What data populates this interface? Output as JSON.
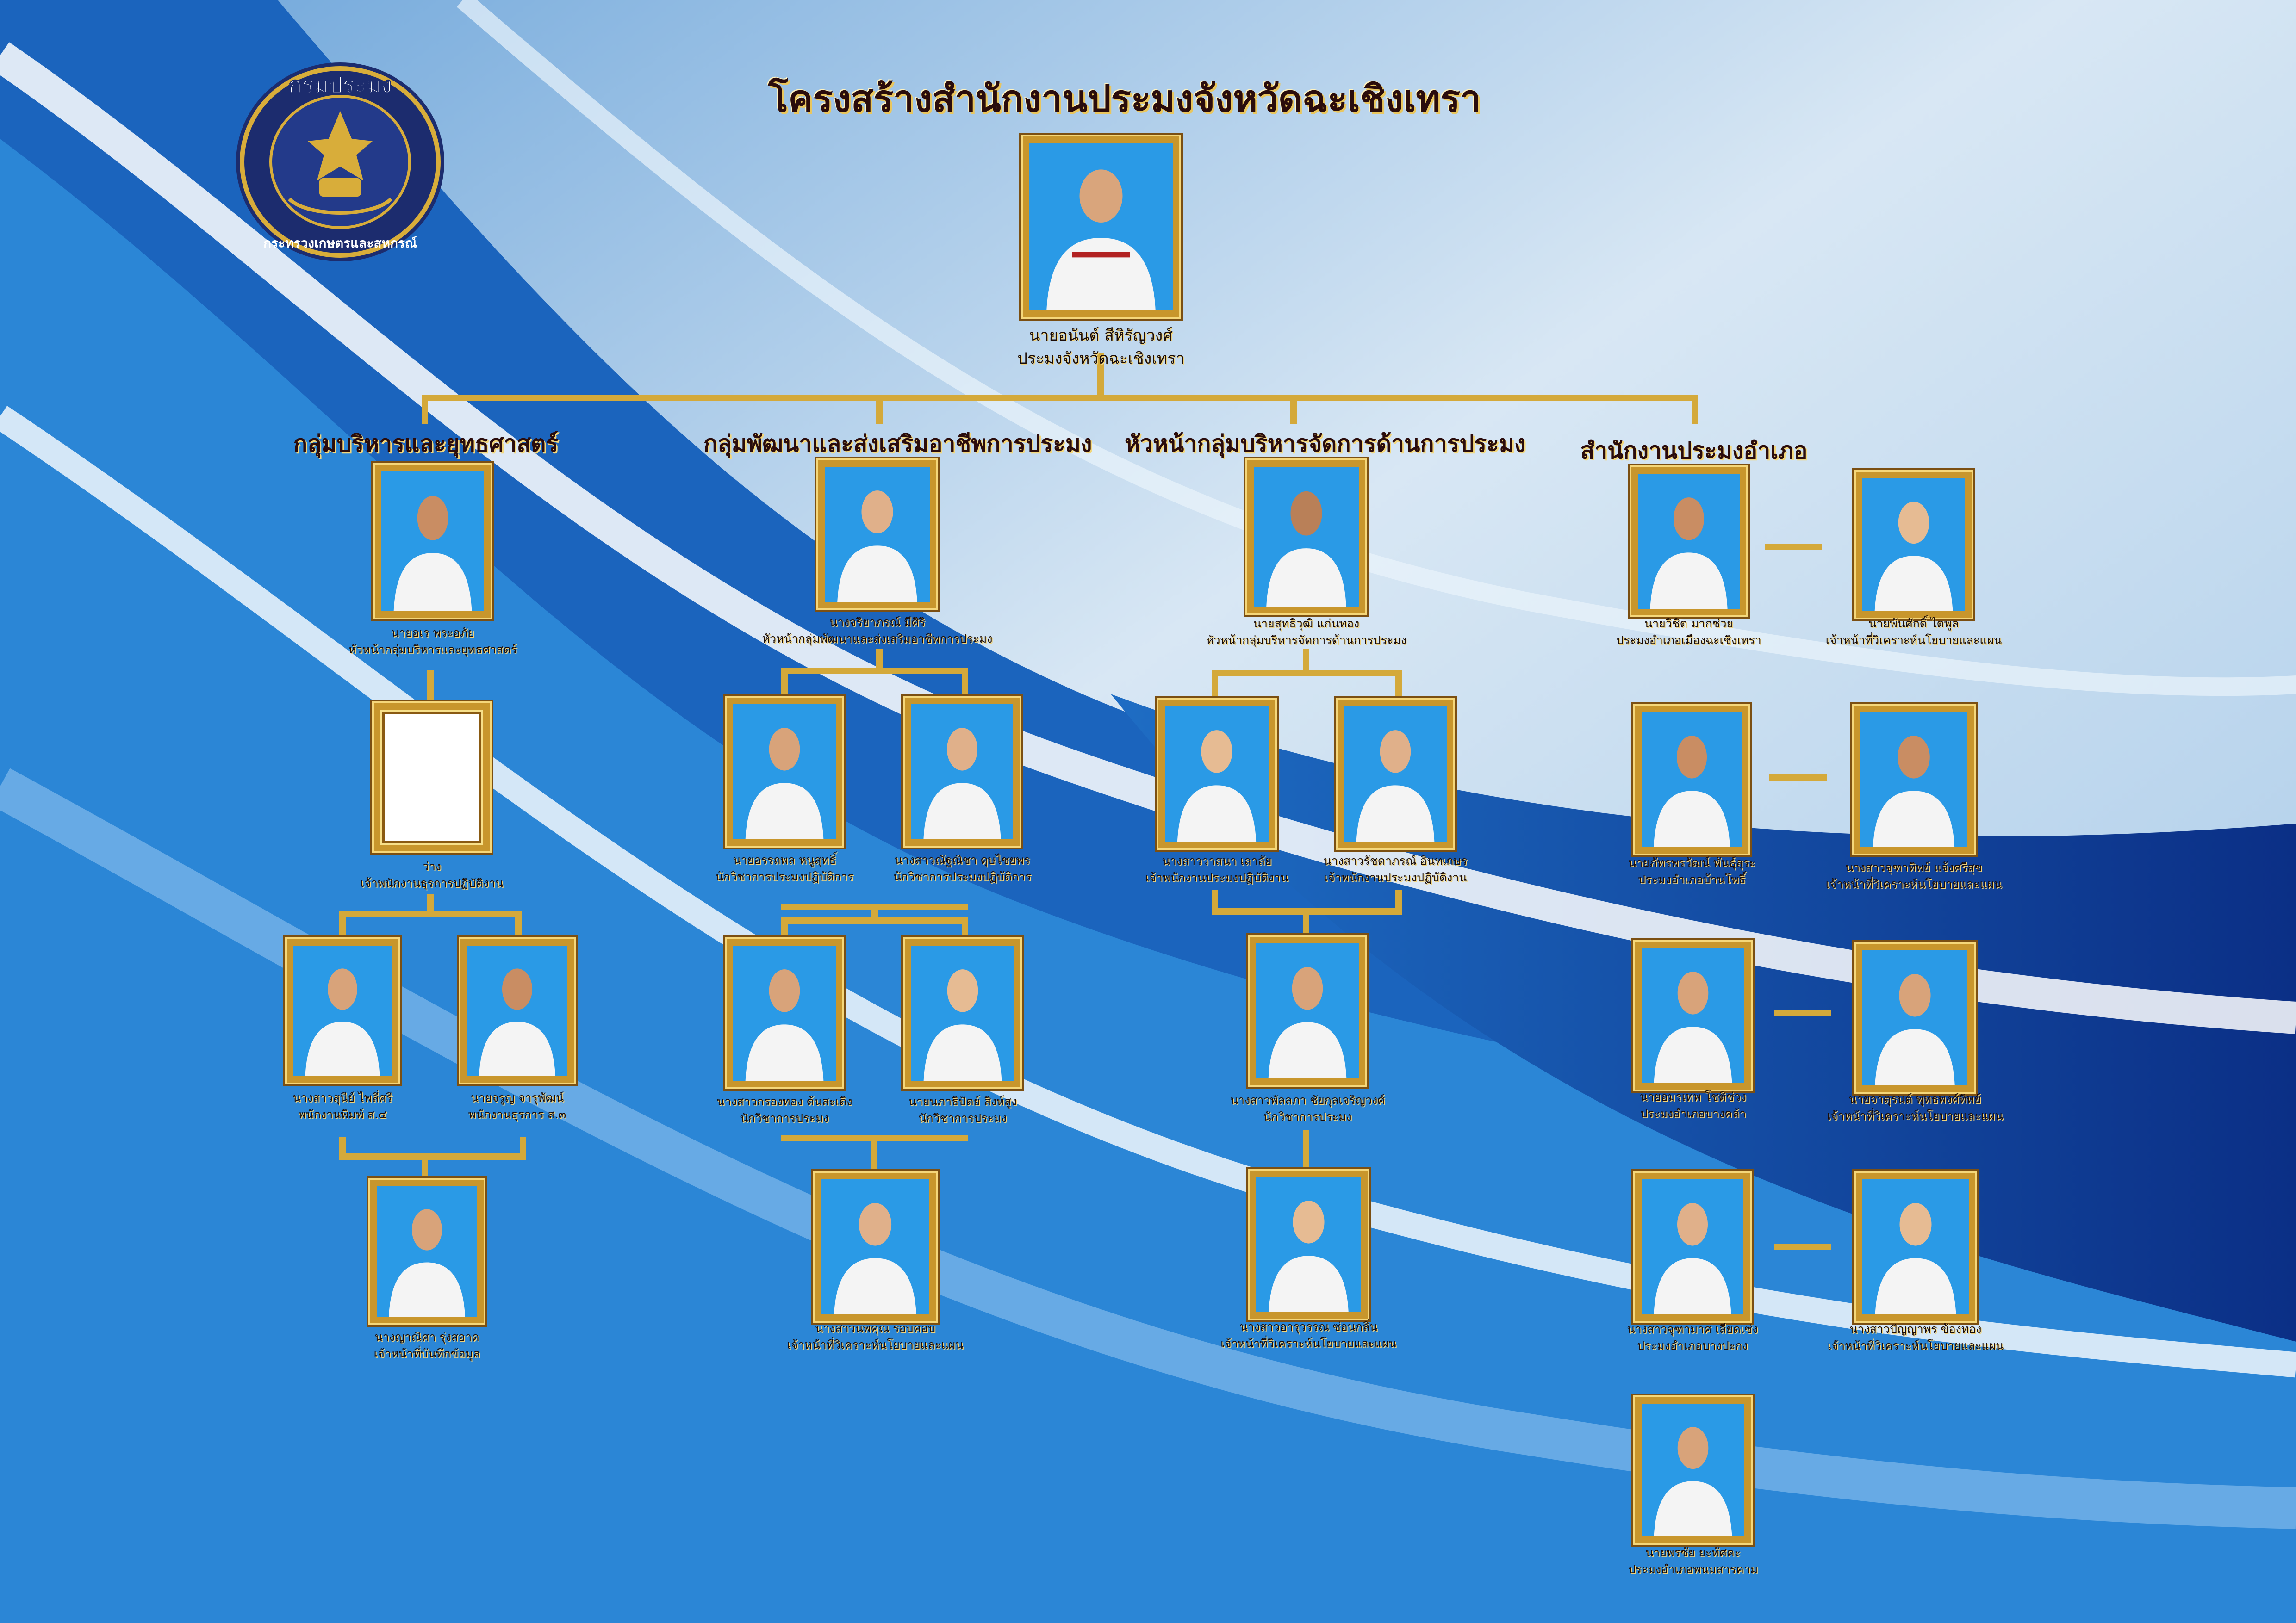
{
  "title": "โครงสร้างสำนักงานประมงจังหวัดฉะเชิงเทรา",
  "seal": {
    "top_text": "กรมประมง",
    "bottom_text": "กระทรวงเกษตรและสหกรณ์",
    "colors": {
      "ring": "#1c2c6e",
      "gold": "#d8ad3a"
    }
  },
  "colors": {
    "gold": "#d4a93a",
    "gold_dark": "#7b4f12",
    "navy": "#0c2a7a",
    "sky": "#bfd9ef"
  },
  "chief": {
    "name": "นายอนันต์ สีหิรัญวงศ์",
    "position": "ประมงจังหวัดฉะเชิงเทรา"
  },
  "groups": {
    "admin": {
      "label": "กลุ่มบริหารและยุทธศาสตร์",
      "head": {
        "name": "นายอเร พระอภัย",
        "position": "หัวหน้ากลุ่มบริหารและยุทธศาสตร์"
      },
      "vacant": {
        "name": "ว่าง",
        "position": "เจ้าพนักงานธุรการปฏิบัติงาน"
      },
      "staff": [
        {
          "name": "นางสาวสุนีย์ ไพลี่ศรี",
          "position": "พนักงานพิมพ์ ส.๔"
        },
        {
          "name": "นายจรูญ จารุพัฒน์",
          "position": "พนักงานธุรการ ส.๓"
        },
        {
          "name": "นางญาณิศา รุ่งสอาด",
          "position": "เจ้าหน้าที่บันทึกข้อมูล"
        }
      ]
    },
    "dev": {
      "label": "กลุ่มพัฒนาและส่งเสริมอาชีพการประมง",
      "head": {
        "name": "นางจริยาภรณ์ มีศิริ",
        "position": "หัวหน้ากลุ่มพัฒนาและส่งเสริมอาชีพการประมง"
      },
      "staff": [
        {
          "name": "นายอรรถพล หนูสุทธิ์",
          "position": "นักวิชาการประมงปฏิบัติการ"
        },
        {
          "name": "นางสาวณัฐณิชา ดุษไชยพร",
          "position": "นักวิชาการประมงปฏิบัติการ"
        },
        {
          "name": "นางสาวกรองทอง ต้นสะเดิง",
          "position": "นักวิชาการประมง"
        },
        {
          "name": "นายนภาธิปัตย์ สิงห์สูง",
          "position": "นักวิชาการประมง"
        },
        {
          "name": "นางสาวนพคุณ รอบคอบ",
          "position": "เจ้าหน้าที่วิเคราะห์นโยบายและแผน"
        }
      ]
    },
    "mgmt": {
      "label": "หัวหน้ากลุ่มบริหารจัดการด้านการประมง",
      "head": {
        "name": "นายสุทธิวุฒิ แก่นทอง",
        "position": "หัวหน้ากลุ่มบริหารจัดการด้านการประมง"
      },
      "staff": [
        {
          "name": "นางสาววาสนา เลาลัย",
          "position": "เจ้าพนักงานประมงปฏิบัติงาน"
        },
        {
          "name": "นางสาวรัชดาภรณ์ อินทเกษร",
          "position": "เจ้าพนักงานประมงปฏิบัติงาน"
        },
        {
          "name": "นางสาวพัลลภา ชัยกุลเจริญวงศ์",
          "position": "นักวิชาการประมง"
        },
        {
          "name": "นางสาวอารุวรรณ ซ่อนกลิ่น",
          "position": "เจ้าหน้าที่วิเคราะห์นโยบายและแผน"
        }
      ]
    },
    "district": {
      "label": "สำนักงานประมงอำเภอ",
      "left": [
        {
          "name": "นายวิชิต มากช่วย",
          "position": "ประมงอำเภอเมืองฉะเชิงเทรา"
        },
        {
          "name": "นายภัทรพรวัฒน์ พันธ์ุสุระ",
          "position": "ประมงอำเภอบ้านโพธิ์"
        },
        {
          "name": "นายอมรเทพ โชติช่วง",
          "position": "ประมงอำเภอบางคล้า"
        },
        {
          "name": "นางสาวจุฑามาศ เลียดเซ่ง",
          "position": "ประมงอำเภอบางปะกง"
        },
        {
          "name": "นายพรชัย ยะทัศคะ",
          "position": "ประมงอำเภอพนมสารคาม"
        }
      ],
      "right": [
        {
          "name": "นายพันศักดิ์ ไตพูล",
          "position": "เจ้าหน้าที่วิเคราะห์นโยบายและแผน"
        },
        {
          "name": "นางสาวจุฑาทิพย์ แจ้งศรีสุข",
          "position": "เจ้าหน้าที่วิเคราะห์นโยบายและแผน"
        },
        {
          "name": "นายจาตุรนต์ พุทธพงศ์ทิพย์",
          "position": "เจ้าหน้าที่วิเคราะห์นโยบายและแผน"
        },
        {
          "name": "นางสาวปัญญาพร ข้องทอง",
          "position": "เจ้าหน้าที่วิเคราะห์นโยบายและแผน"
        }
      ]
    }
  }
}
